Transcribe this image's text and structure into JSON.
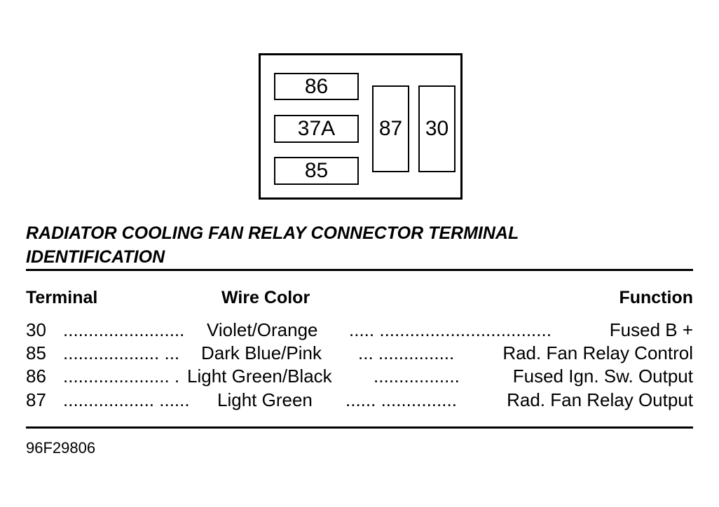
{
  "diagram": {
    "terminals": [
      {
        "id": "86",
        "label": "86"
      },
      {
        "id": "37a",
        "label": "37A"
      },
      {
        "id": "85",
        "label": "85"
      },
      {
        "id": "87",
        "label": "87"
      },
      {
        "id": "30",
        "label": "30"
      }
    ]
  },
  "title": {
    "line1": "RADIATOR COOLING FAN RELAY CONNECTOR TERMINAL",
    "line2": "IDENTIFICATION"
  },
  "table": {
    "headers": {
      "terminal": "Terminal",
      "wire_color": "Wire Color",
      "function": "Function"
    },
    "rows": [
      {
        "terminal": "30",
        "dots1": "........................",
        "wire": "Violet/Orange",
        "dots2": ".....  ..................................",
        "function": "Fused B +"
      },
      {
        "terminal": "85",
        "dots1": "...................  ...",
        "wire": "Dark Blue/Pink",
        "dots2": "...  ...............",
        "function": "Rad. Fan Relay Control"
      },
      {
        "terminal": "86",
        "dots1": ".....................  .",
        "wire": "Light Green/Black",
        "dots2": ".................",
        "function": "Fused Ign. Sw. Output"
      },
      {
        "terminal": "87",
        "dots1": "..................  ......",
        "wire": "Light Green",
        "dots2": "......  ...............",
        "function": "Rad. Fan Relay Output"
      }
    ]
  },
  "reference": "96F29806"
}
